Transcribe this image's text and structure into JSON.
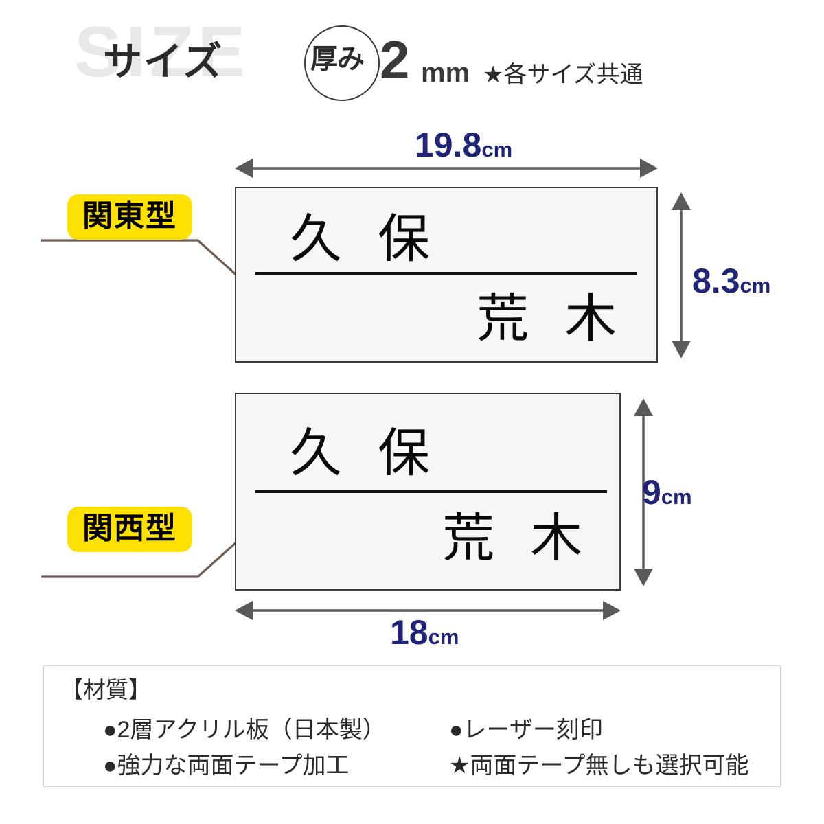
{
  "header": {
    "size_word": "SIZE",
    "size_kana": "サイズ",
    "thickness_label": "厚み",
    "thickness_value": "2",
    "thickness_unit": "mm",
    "common_note": "★各サイズ共通"
  },
  "plates": [
    {
      "badge": "関東型",
      "name_top": "久 保",
      "name_bottom": "荒 木",
      "width_value": "19.8",
      "width_unit": "cm",
      "height_value": "8.3",
      "height_unit": "cm"
    },
    {
      "badge": "関西型",
      "name_top": "久 保",
      "name_bottom": "荒 木",
      "width_value": "18",
      "width_unit": "cm",
      "height_value": "9",
      "height_unit": "cm"
    }
  ],
  "materials": {
    "title": "【材質】",
    "left": [
      "●2層アクリル板（日本製）",
      "●強力な両面テープ加工"
    ],
    "right": [
      "●レーザー刻印",
      "★両面テープ無しも選択可能"
    ]
  },
  "colors": {
    "badge_yellow": "#ffe100",
    "dimension_navy": "#1f2478",
    "plate_fill": "#f6f6f6",
    "plate_border": "#3c3c3c",
    "leader_line": "#6b5b50",
    "arrow_gray": "#5a5a5a",
    "ghost_gray": "#e8e8e8"
  }
}
